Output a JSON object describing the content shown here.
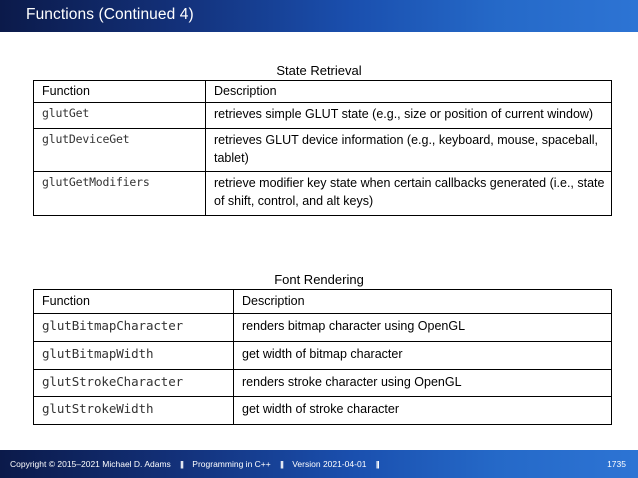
{
  "slide": {
    "title": "Functions (Continued 4)"
  },
  "sections": [
    {
      "caption": "State Retrieval",
      "columns": [
        "Function",
        "Description"
      ],
      "rows": [
        {
          "function": "glutGet",
          "description": "retrieves simple GLUT state (e.g., size or position of current window)"
        },
        {
          "function": "glutDeviceGet",
          "description": "retrieves GLUT device information (e.g., keyboard, mouse, spaceball, tablet)"
        },
        {
          "function": "glutGetModifiers",
          "description": "retrieve modifier key state when certain callbacks generated (i.e., state of shift, control, and alt keys)"
        }
      ]
    },
    {
      "caption": "Font Rendering",
      "columns": [
        "Function",
        "Description"
      ],
      "rows": [
        {
          "function": "glutBitmapCharacter",
          "description": "renders bitmap character using OpenGL"
        },
        {
          "function": "glutBitmapWidth",
          "description": "get width of bitmap character"
        },
        {
          "function": "glutStrokeCharacter",
          "description": "renders stroke character using OpenGL"
        },
        {
          "function": "glutStrokeWidth",
          "description": "get width of stroke character"
        }
      ]
    }
  ],
  "footer": {
    "copyright": "Copyright © 2015–2021 Michael D. Adams",
    "course": "Programming in C++",
    "version": "Version 2021-04-01",
    "separator": "||",
    "page": "1735"
  }
}
